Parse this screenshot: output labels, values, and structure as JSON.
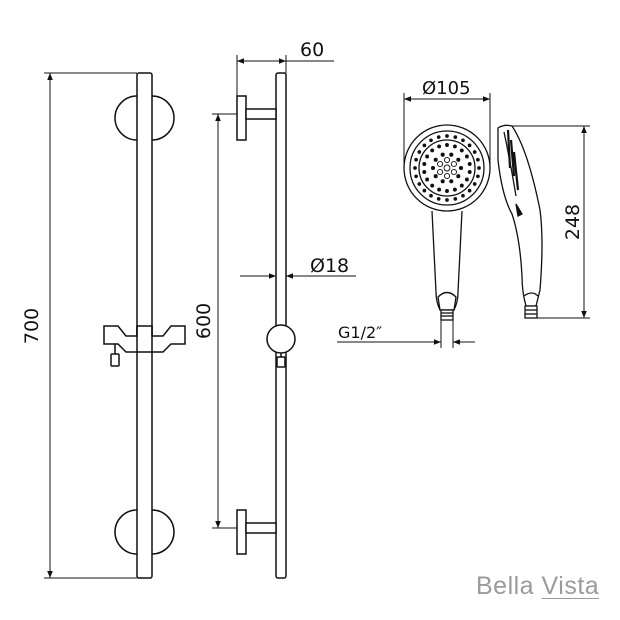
{
  "dimensions": {
    "overall_height": "700",
    "fixing_centres": "600",
    "projection": "60",
    "rail_diameter": "Ø18",
    "head_diameter": "Ø105",
    "handset_length": "248",
    "thread": "G1/2″"
  },
  "brand": {
    "word1": "Bella",
    "word2": "Vista"
  }
}
